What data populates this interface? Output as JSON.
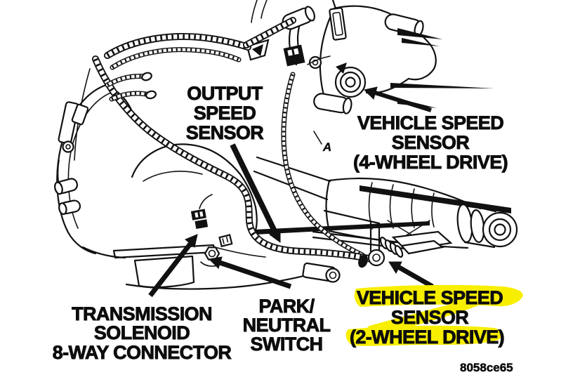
{
  "colors": {
    "ink": "#111111",
    "paper": "#ffffff",
    "highlight": "#f7ee00"
  },
  "figure_code": "8058ce65",
  "callouts": {
    "output_speed_sensor": {
      "line1": "OUTPUT",
      "line2": "SPEED",
      "line3": "SENSOR"
    },
    "vehicle_speed_sensor_4wd": {
      "line1": "VEHICLE SPEED",
      "line2": "SENSOR",
      "line3": "(4-WHEEL DRIVE)"
    },
    "transmission_solenoid": {
      "line1": "TRANSMISSION",
      "line2": "SOLENOID",
      "line3": "8-WAY CONNECTOR"
    },
    "park_neutral_switch": {
      "line1": "PARK/",
      "line2": "NEUTRAL",
      "line3": "SWITCH"
    },
    "vehicle_speed_sensor_2wd": {
      "line1": "VEHICLE SPEED",
      "line2": "SENSOR",
      "line3": "(2-WHEEL DRIVE)",
      "highlighted": true
    },
    "detail_marker": "A"
  }
}
